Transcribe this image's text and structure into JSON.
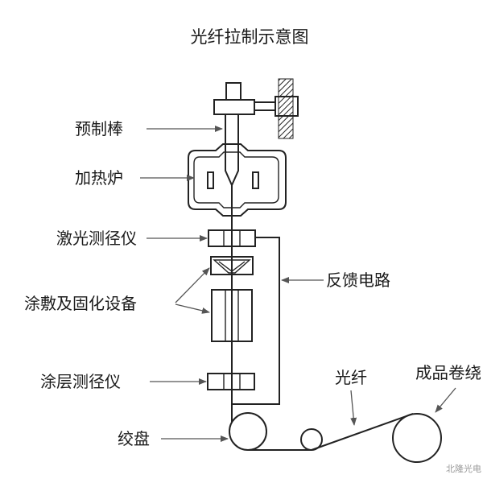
{
  "title": "光纤拉制示意图",
  "labels": {
    "preform": "预制棒",
    "furnace": "加热炉",
    "laser_gauge": "激光测径仪",
    "coating_equipment": "涂敷及固化设备",
    "coating_gauge": "涂层测径仪",
    "capstan": "绞盘",
    "feedback_circuit": "反馈电路",
    "fiber": "光纤",
    "take_up_spool": "成品卷绕"
  },
  "watermark": "北隆光电"
}
